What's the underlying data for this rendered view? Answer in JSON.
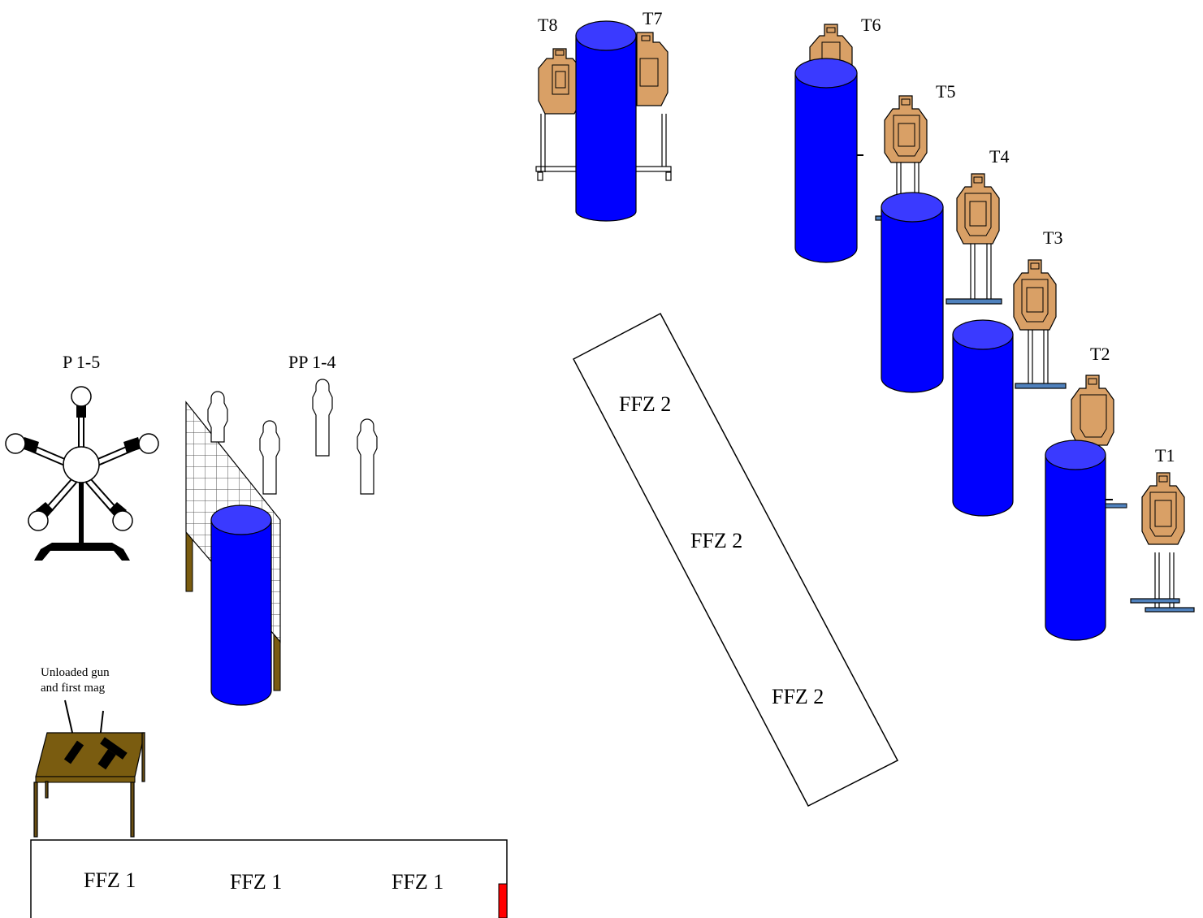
{
  "colors": {
    "barrel_fill": "#0000ff",
    "barrel_top": "#3a3aff",
    "target_fill": "#d9a066",
    "table_top": "#7a5c10",
    "table_legs": "#6b5014",
    "stand_metal": "#4f81bd",
    "fault_marker": "#ff0000",
    "popper_fill": "#ffffff"
  },
  "labels": {
    "t8": "T8",
    "t7": "T7",
    "t6": "T6",
    "t5": "T5",
    "t4": "T4",
    "t3": "T3",
    "t2": "T2",
    "t1": "T1",
    "plates": "P 1-5",
    "poppers": "PP 1-4",
    "table_note_line1": "Unloaded gun",
    "table_note_line2": "and first mag"
  },
  "fault_lines": {
    "ffz1": [
      "FFZ 1",
      "FFZ 1",
      "FFZ 1"
    ],
    "ffz2": [
      "FFZ 2",
      "FFZ 2",
      "FFZ 2"
    ]
  },
  "icons": {
    "plate_rack": "plate-rack-icon",
    "popper": "popper-icon",
    "barrel": "barrel-icon",
    "target": "ipsc-target-icon",
    "table": "table-icon",
    "pistol": "pistol-icon",
    "magazine": "magazine-icon",
    "mesh_wall": "mesh-wall-icon"
  }
}
